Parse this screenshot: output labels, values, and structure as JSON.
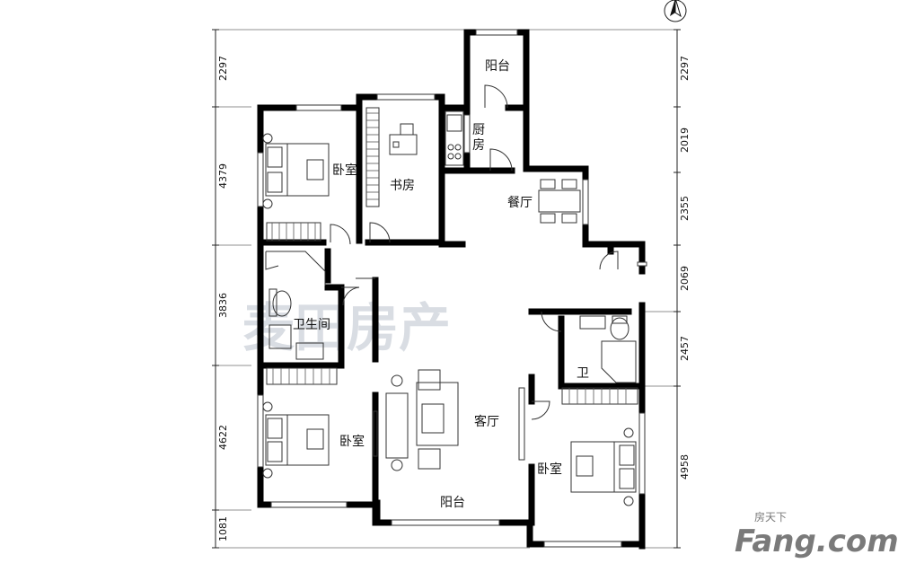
{
  "rooms": {
    "balcony_top": "阳台",
    "kitchen_1": "厨",
    "kitchen_2": "房",
    "bedroom_nw": "卧室",
    "study": "书房",
    "dining": "餐厅",
    "bathroom_w": "卫生间",
    "living": "客厅",
    "bathroom_e": "卫",
    "bedroom_sw": "卧室",
    "bedroom_se": "卧室",
    "balcony_bottom": "阳台"
  },
  "dimensions": {
    "left": [
      "2297",
      "4379",
      "3836",
      "4622",
      "1081"
    ],
    "right": [
      "2297",
      "2019",
      "2355",
      "2069",
      "2457",
      "4958"
    ]
  },
  "watermarks": {
    "center": "麦田房产",
    "brand_small": "房天下",
    "brand_large": "Fang.com"
  },
  "colors": {
    "wall": "#000000",
    "line": "#222222",
    "watermark": "#d9dde3"
  }
}
